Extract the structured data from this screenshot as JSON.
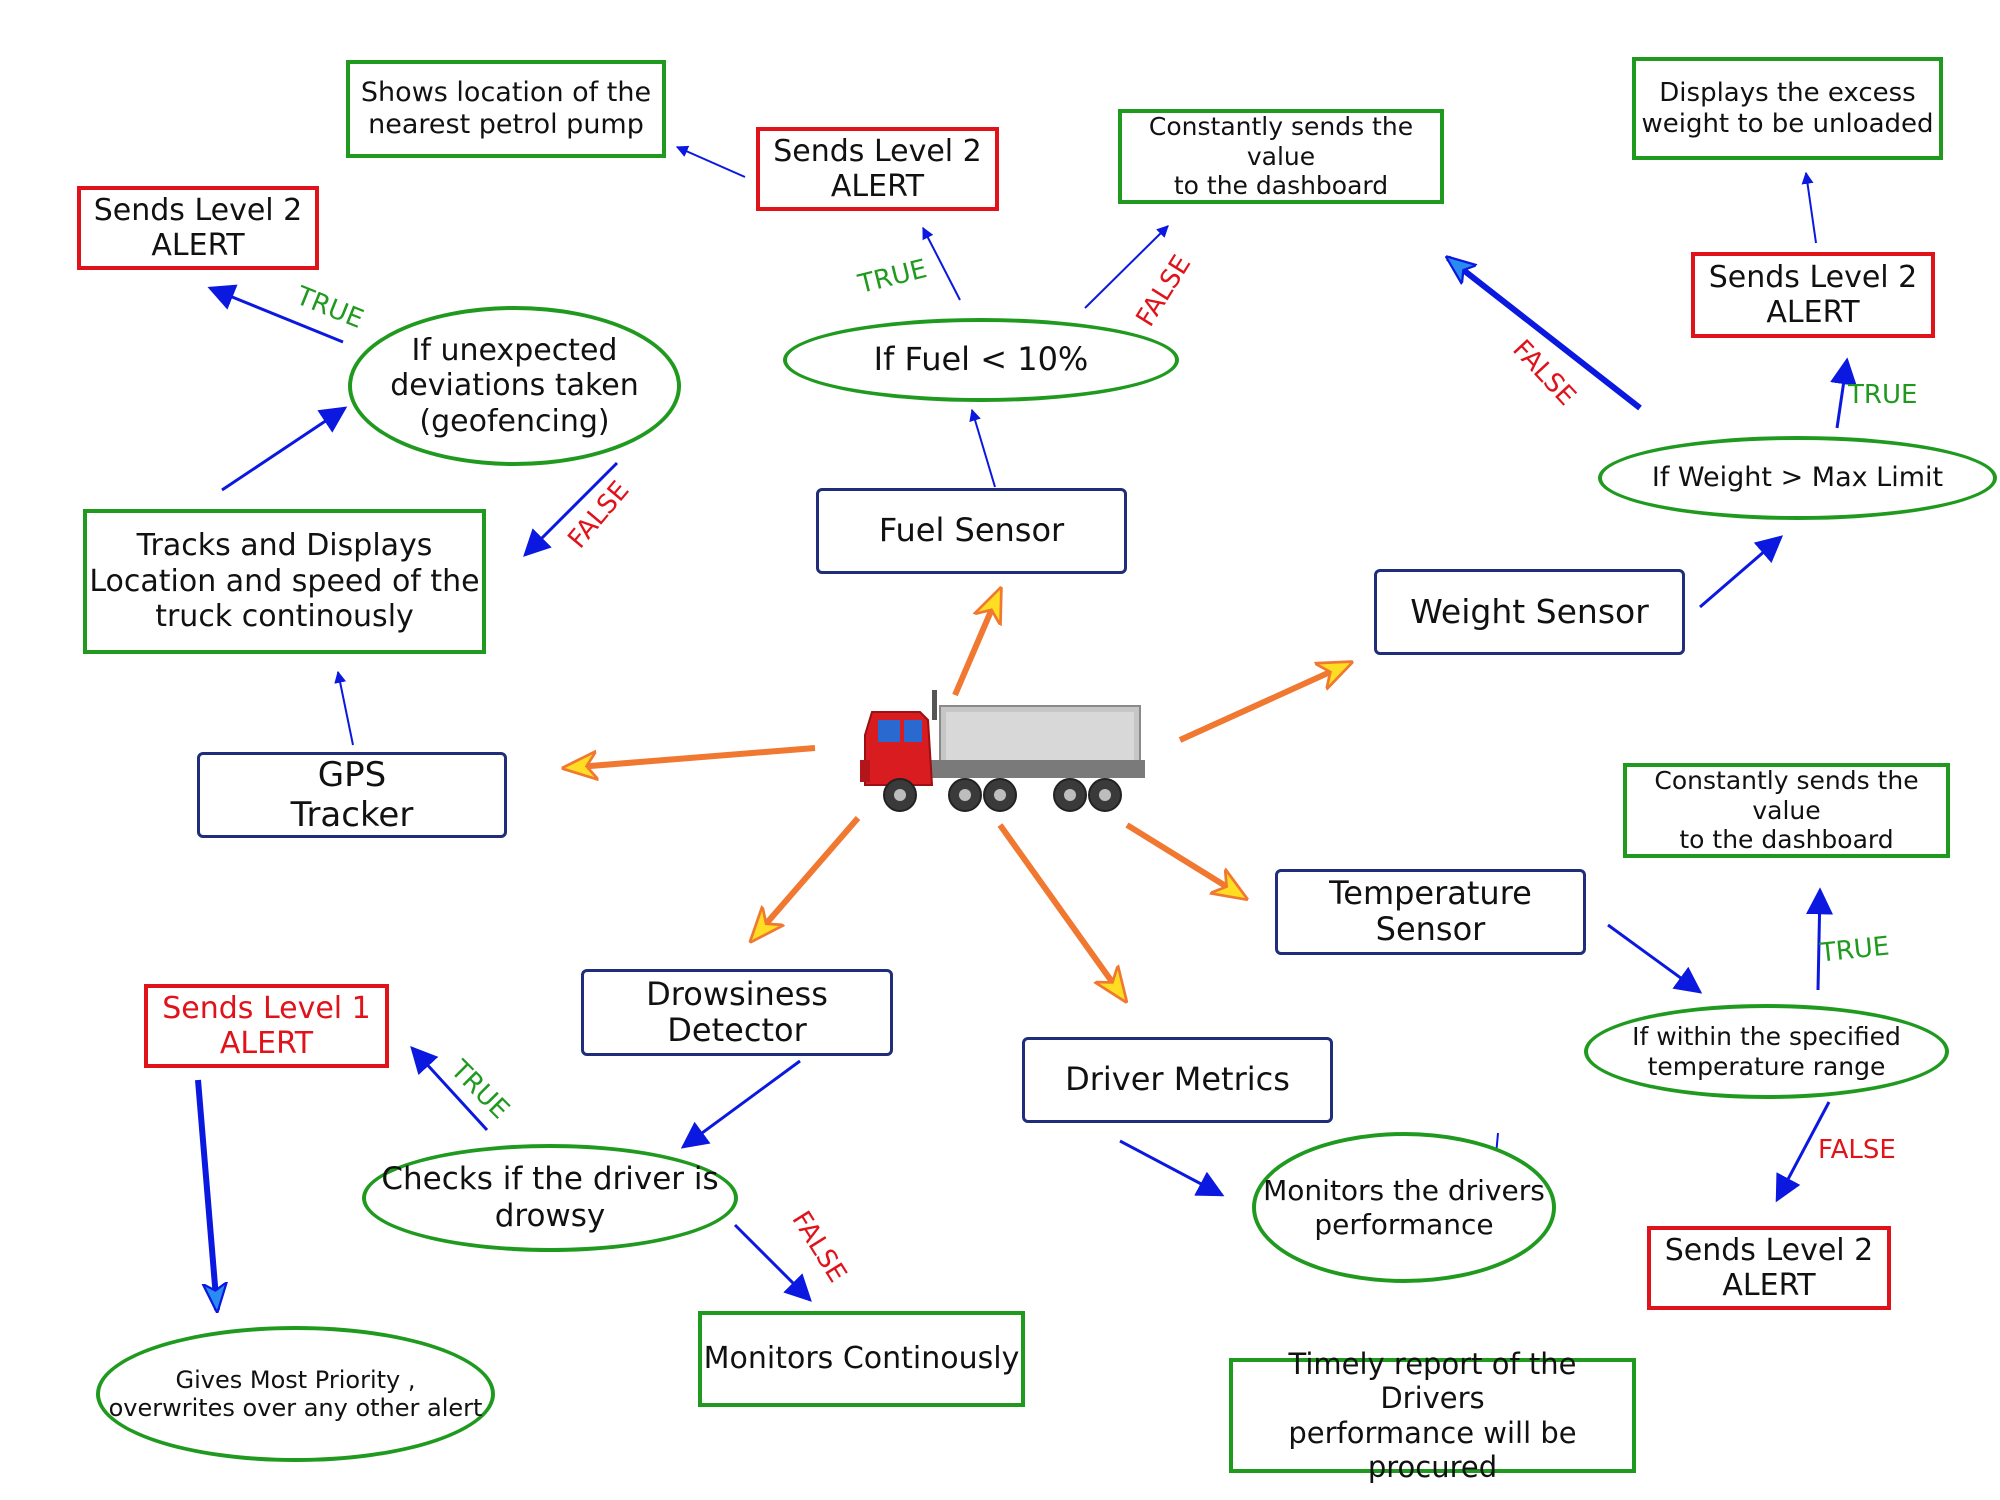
{
  "center": {
    "icon": "truck-icon"
  },
  "colors": {
    "sensor_border": "#1f2d7a",
    "action_border": "#1f9a1f",
    "alert_border": "#e0121a",
    "true_label": "#1f9a1f",
    "false_label": "#e0121a",
    "flow_arrow": "#0a18e0",
    "sensor_arrow": "#f07830"
  },
  "gps": {
    "sensor": "GPS\nTracker",
    "action": "Tracks and Displays\nLocation and speed of the\ntruck continously",
    "decision": "If unexpected\ndeviations taken\n(geofencing)",
    "alert": "Sends Level 2\nALERT",
    "true_label": "TRUE",
    "false_label": "FALSE"
  },
  "fuel": {
    "sensor": "Fuel Sensor",
    "decision": "If Fuel < 10%",
    "alert": "Sends Level 2\nALERT",
    "alert_action": "Shows location of the\nnearest petrol pump",
    "false_action": "Constantly sends the value\nto the dashboard",
    "true_label": "TRUE",
    "false_label": "FALSE"
  },
  "weight": {
    "sensor": "Weight Sensor",
    "decision": "If Weight > Max Limit",
    "alert": "Sends Level 2\nALERT",
    "alert_action": "Displays the excess\nweight to be unloaded",
    "true_label": "TRUE",
    "false_label": "FALSE"
  },
  "temperature": {
    "sensor": "Temperature\nSensor",
    "decision": "If within the specified\ntemperature range",
    "true_action": "Constantly sends the value\nto the dashboard",
    "alert": "Sends Level 2\nALERT",
    "true_label": "TRUE",
    "false_label": "FALSE"
  },
  "drowsiness": {
    "sensor": "Drowsiness\nDetector",
    "decision": "Checks if the driver is\ndrowsy",
    "alert": "Sends Level 1\nALERT",
    "priority": "Gives Most Priority ,\noverwrites over any other alert",
    "false_action": "Monitors Continously",
    "true_label": "TRUE",
    "false_label": "FALSE"
  },
  "driver": {
    "sensor": "Driver Metrics",
    "decision": "Monitors the drivers\nperformance",
    "action": "Timely report of the Drivers\nperformance will be procured"
  }
}
